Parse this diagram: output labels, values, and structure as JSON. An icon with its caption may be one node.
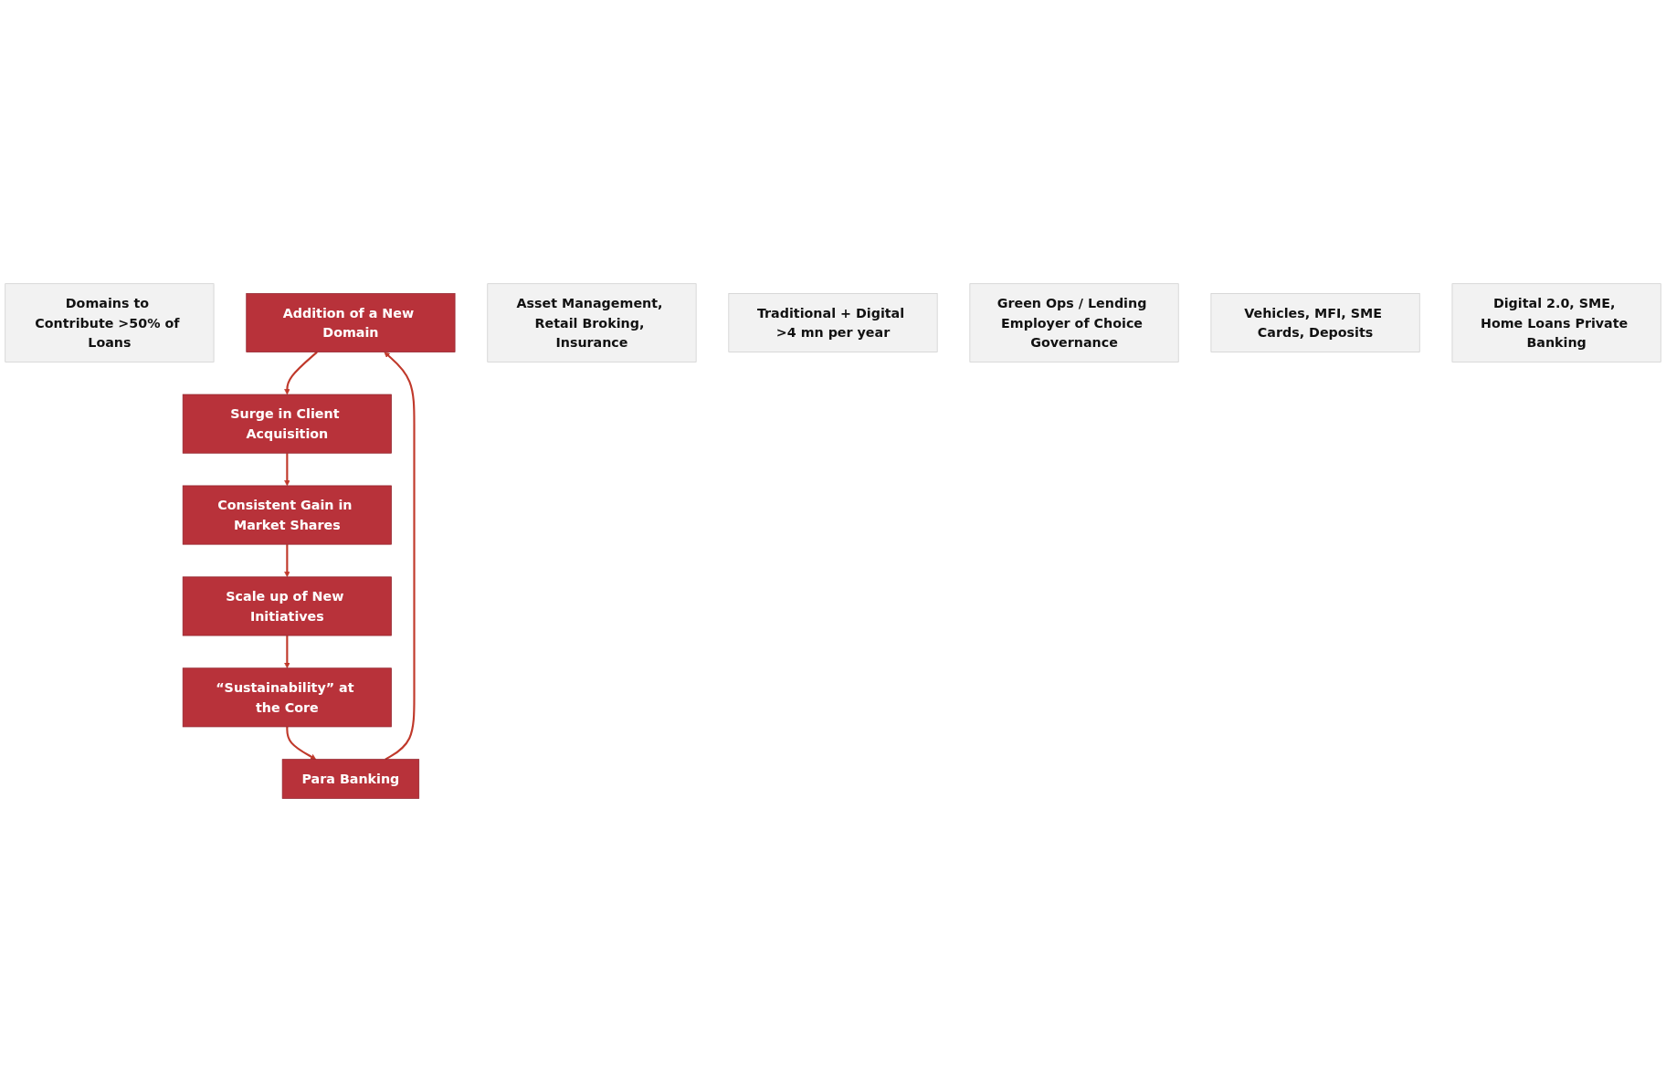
{
  "diagram": {
    "nodes": [
      {
        "text": [
          "Domains to Contribute >50% of Loans"
        ]
      },
      {
        "text": [
          "Addition of a New Domain"
        ]
      },
      {
        "text": [
          "Asset Management, Retail Broking, Insurance"
        ]
      },
      {
        "text": [
          "Para Banking"
        ]
      },
      {
        "text": [
          "Surge in Client Acquisition"
        ]
      },
      {
        "text": [
          "Traditional + Digital >4 mn per year"
        ]
      },
      {
        "text": [
          "Green Ops / Lending Employer of Choice Governance"
        ]
      },
      {
        "text": [
          "“Sustainability” at the Core"
        ]
      },
      {
        "text": [
          "Consistent Gain in Market Shares"
        ]
      },
      {
        "text": [
          "Vehicles, MFI, SME Cards, Deposits"
        ]
      },
      {
        "text": [
          "Scale up of New Initiatives"
        ]
      },
      {
        "text": [
          "Digital 2.0, SME, Home Loans Private Banking"
        ]
      }
    ],
    "edges": [
      {
        "from": 1,
        "to": 4,
        "arrow": "to"
      },
      {
        "from": 4,
        "to": 8,
        "arrow": "to"
      },
      {
        "from": 8,
        "to": 10,
        "arrow": "to"
      },
      {
        "from": 10,
        "to": 7,
        "arrow": "to"
      },
      {
        "from": 7,
        "to": 3,
        "arrow": "to"
      },
      {
        "from": 3,
        "to": 1,
        "arrow": "to"
      }
    ]
  }
}
